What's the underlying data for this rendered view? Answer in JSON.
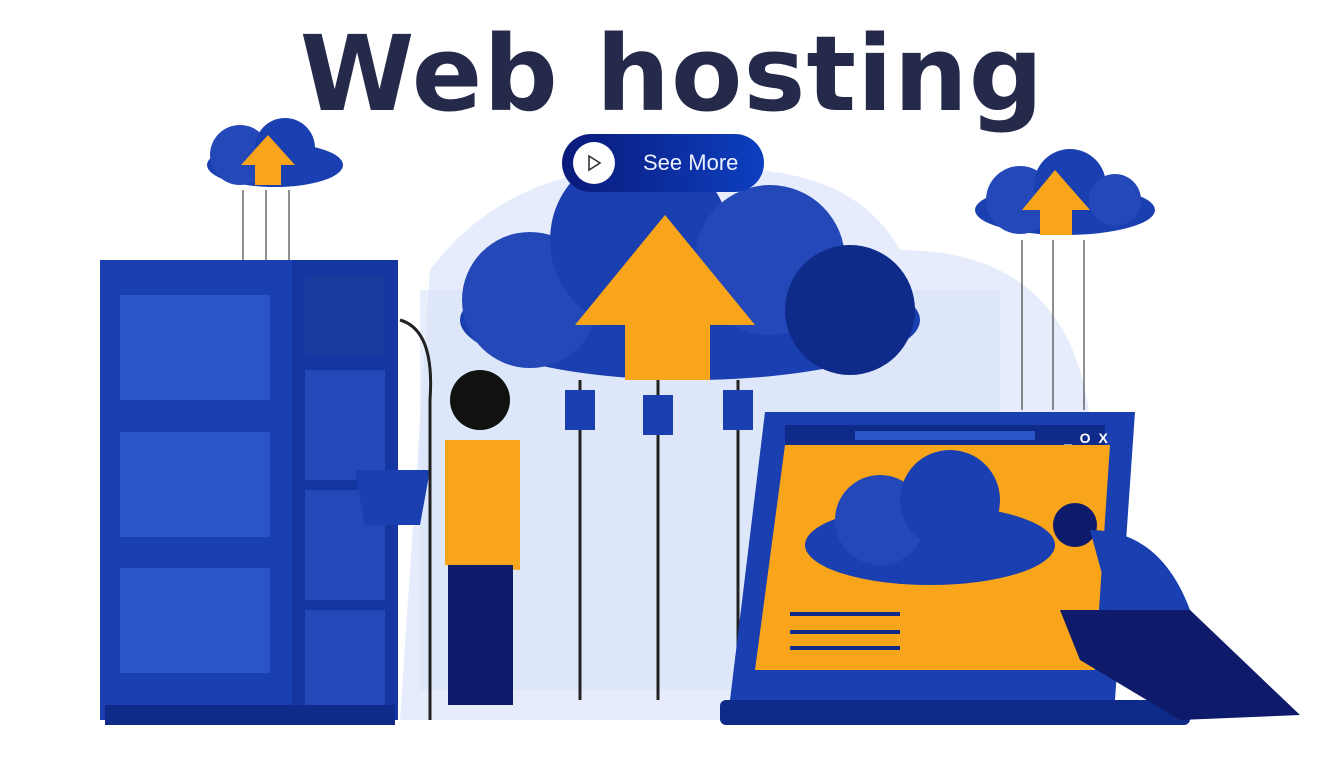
{
  "title": "Web hosting",
  "cta": {
    "label": "See More",
    "icon": "play-icon"
  },
  "laptop_window": {
    "controls": "_ O X"
  },
  "colors": {
    "title": "#252a4a",
    "primary_blue": "#1a3fb0",
    "dark_blue": "#0a1a7a",
    "accent_orange": "#f8a51c"
  }
}
